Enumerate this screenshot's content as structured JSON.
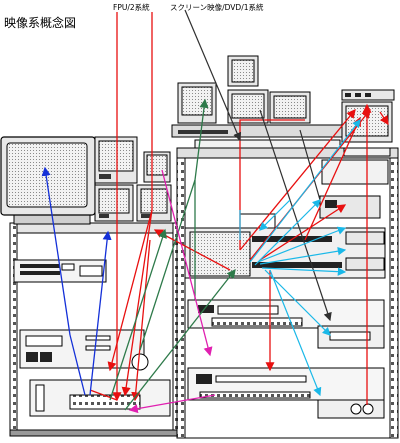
{
  "title": "映像系概念図",
  "labels": {
    "fpu": "FPU/2系統",
    "screen": "スクリーン映像/DVD/1系統"
  },
  "colors": {
    "red": "#e81010",
    "blue": "#1430d8",
    "green": "#2e7a4a",
    "cyan": "#1ab8e8",
    "magenta": "#e020b0",
    "dark": "#303030",
    "gray": "#c8c8c8",
    "screen": "#d8d8d8"
  }
}
